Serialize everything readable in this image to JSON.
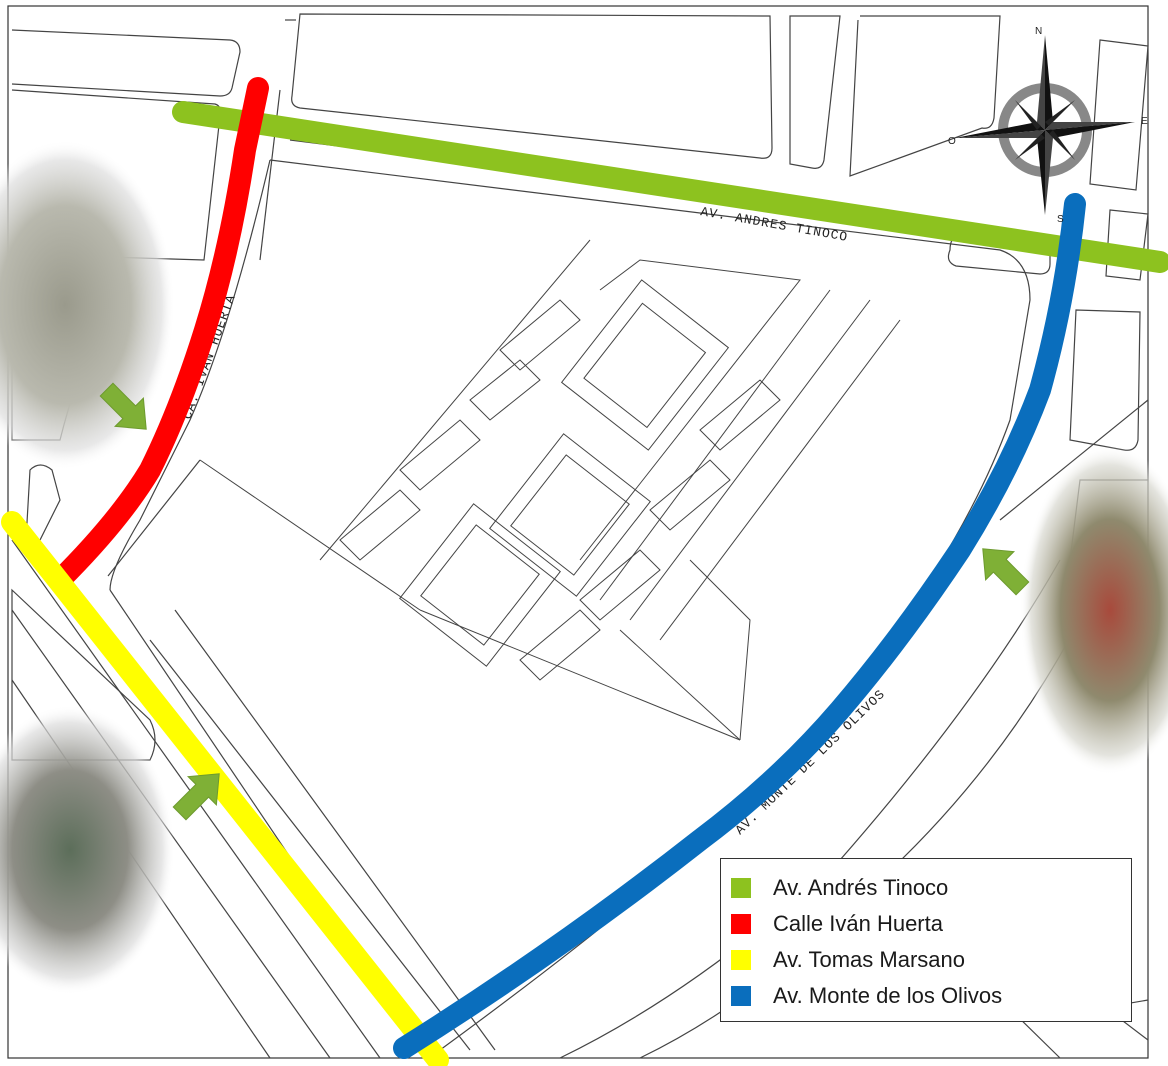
{
  "map": {
    "street_labels": {
      "tinoco": "AV. ANDRES TINOCO",
      "huerta": "CA. IVAN HUERTA",
      "olivos": "AV. MONTE DE LOS OLIVOS"
    },
    "compass": {
      "n": "N",
      "s": "S",
      "e": "E",
      "o": "O"
    }
  },
  "legend": {
    "items": [
      {
        "label": "Av. Andrés Tinoco",
        "color": "#8dc21f"
      },
      {
        "label": "Calle Iván Huerta",
        "color": "#ff0000"
      },
      {
        "label": "Av. Tomas Marsano",
        "color": "#ffff00"
      },
      {
        "label": "Av. Monte de los Olivos",
        "color": "#0a6ebd"
      }
    ]
  },
  "colors": {
    "arrow": "#7fb036",
    "photo_vignette": "#d8d8d8"
  }
}
